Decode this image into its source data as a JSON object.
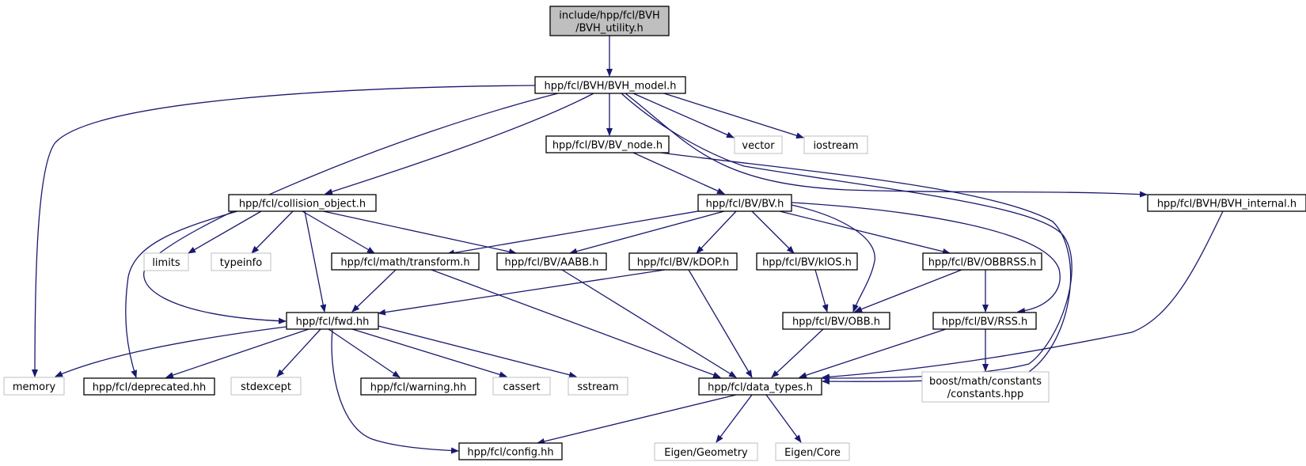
{
  "nodes": [
    {
      "id": "root",
      "label_lines": [
        "include/hpp/fcl/BVH",
        "/BVH_utility.h"
      ],
      "kind": "root"
    },
    {
      "id": "bvh_model",
      "label_lines": [
        "hpp/fcl/BVH/BVH_model.h"
      ],
      "kind": "file"
    },
    {
      "id": "bv_node",
      "label_lines": [
        "hpp/fcl/BV/BV_node.h"
      ],
      "kind": "file"
    },
    {
      "id": "vector",
      "label_lines": [
        "vector"
      ],
      "kind": "external"
    },
    {
      "id": "iostream",
      "label_lines": [
        "iostream"
      ],
      "kind": "external"
    },
    {
      "id": "collision_object",
      "label_lines": [
        "hpp/fcl/collision_object.h"
      ],
      "kind": "file"
    },
    {
      "id": "bv",
      "label_lines": [
        "hpp/fcl/BV/BV.h"
      ],
      "kind": "file"
    },
    {
      "id": "bvh_internal",
      "label_lines": [
        "hpp/fcl/BVH/BVH_internal.h"
      ],
      "kind": "file"
    },
    {
      "id": "limits",
      "label_lines": [
        "limits"
      ],
      "kind": "external"
    },
    {
      "id": "typeinfo",
      "label_lines": [
        "typeinfo"
      ],
      "kind": "external"
    },
    {
      "id": "transform",
      "label_lines": [
        "hpp/fcl/math/transform.h"
      ],
      "kind": "file"
    },
    {
      "id": "aabb",
      "label_lines": [
        "hpp/fcl/BV/AABB.h"
      ],
      "kind": "file"
    },
    {
      "id": "kdop",
      "label_lines": [
        "hpp/fcl/BV/kDOP.h"
      ],
      "kind": "file"
    },
    {
      "id": "kios",
      "label_lines": [
        "hpp/fcl/BV/kIOS.h"
      ],
      "kind": "file"
    },
    {
      "id": "obbrss",
      "label_lines": [
        "hpp/fcl/BV/OBBRSS.h"
      ],
      "kind": "file"
    },
    {
      "id": "fwd",
      "label_lines": [
        "hpp/fcl/fwd.hh"
      ],
      "kind": "file"
    },
    {
      "id": "obb",
      "label_lines": [
        "hpp/fcl/BV/OBB.h"
      ],
      "kind": "file"
    },
    {
      "id": "rss",
      "label_lines": [
        "hpp/fcl/BV/RSS.h"
      ],
      "kind": "file"
    },
    {
      "id": "memory",
      "label_lines": [
        "memory"
      ],
      "kind": "external"
    },
    {
      "id": "deprecated",
      "label_lines": [
        "hpp/fcl/deprecated.hh"
      ],
      "kind": "file"
    },
    {
      "id": "stdexcept",
      "label_lines": [
        "stdexcept"
      ],
      "kind": "external"
    },
    {
      "id": "warning",
      "label_lines": [
        "hpp/fcl/warning.hh"
      ],
      "kind": "file"
    },
    {
      "id": "cassert",
      "label_lines": [
        "cassert"
      ],
      "kind": "external"
    },
    {
      "id": "sstream",
      "label_lines": [
        "sstream"
      ],
      "kind": "external"
    },
    {
      "id": "data_types",
      "label_lines": [
        "hpp/fcl/data_types.h"
      ],
      "kind": "file"
    },
    {
      "id": "boost_constants",
      "label_lines": [
        "boost/math/constants",
        "/constants.hpp"
      ],
      "kind": "external"
    },
    {
      "id": "config",
      "label_lines": [
        "hpp/fcl/config.hh"
      ],
      "kind": "file"
    },
    {
      "id": "eigen_geometry",
      "label_lines": [
        "Eigen/Geometry"
      ],
      "kind": "external"
    },
    {
      "id": "eigen_core",
      "label_lines": [
        "Eigen/Core"
      ],
      "kind": "external"
    }
  ],
  "edges": [
    [
      "root",
      "bvh_model"
    ],
    [
      "bvh_model",
      "memory"
    ],
    [
      "bvh_model",
      "fwd"
    ],
    [
      "bvh_model",
      "collision_object"
    ],
    [
      "bvh_model",
      "bv_node"
    ],
    [
      "bvh_model",
      "data_types"
    ],
    [
      "bvh_model",
      "vector"
    ],
    [
      "bvh_model",
      "iostream"
    ],
    [
      "bvh_model",
      "bvh_internal"
    ],
    [
      "bv_node",
      "data_types"
    ],
    [
      "bv_node",
      "bv"
    ],
    [
      "collision_object",
      "deprecated"
    ],
    [
      "collision_object",
      "limits"
    ],
    [
      "collision_object",
      "typeinfo"
    ],
    [
      "collision_object",
      "transform"
    ],
    [
      "collision_object",
      "aabb"
    ],
    [
      "collision_object",
      "fwd"
    ],
    [
      "bv",
      "transform"
    ],
    [
      "bv",
      "aabb"
    ],
    [
      "bv",
      "kdop"
    ],
    [
      "bv",
      "kios"
    ],
    [
      "bv",
      "obbrss"
    ],
    [
      "bv",
      "obb"
    ],
    [
      "bv",
      "rss"
    ],
    [
      "bvh_internal",
      "data_types"
    ],
    [
      "transform",
      "fwd"
    ],
    [
      "transform",
      "data_types"
    ],
    [
      "aabb",
      "data_types"
    ],
    [
      "kdop",
      "fwd"
    ],
    [
      "kdop",
      "data_types"
    ],
    [
      "kios",
      "obb"
    ],
    [
      "obbrss",
      "obb"
    ],
    [
      "obbrss",
      "rss"
    ],
    [
      "obb",
      "data_types"
    ],
    [
      "rss",
      "data_types"
    ],
    [
      "rss",
      "boost_constants"
    ],
    [
      "fwd",
      "memory"
    ],
    [
      "fwd",
      "deprecated"
    ],
    [
      "fwd",
      "stdexcept"
    ],
    [
      "fwd",
      "warning"
    ],
    [
      "fwd",
      "cassert"
    ],
    [
      "fwd",
      "sstream"
    ],
    [
      "fwd",
      "config"
    ],
    [
      "data_types",
      "config"
    ],
    [
      "data_types",
      "eigen_geometry"
    ],
    [
      "data_types",
      "eigen_core"
    ]
  ],
  "colors": {
    "edge": "#191970",
    "root_fill": "#bfbfbf",
    "file_border": "#000000",
    "external_border": "#bfbfbf",
    "text": "#000000"
  }
}
